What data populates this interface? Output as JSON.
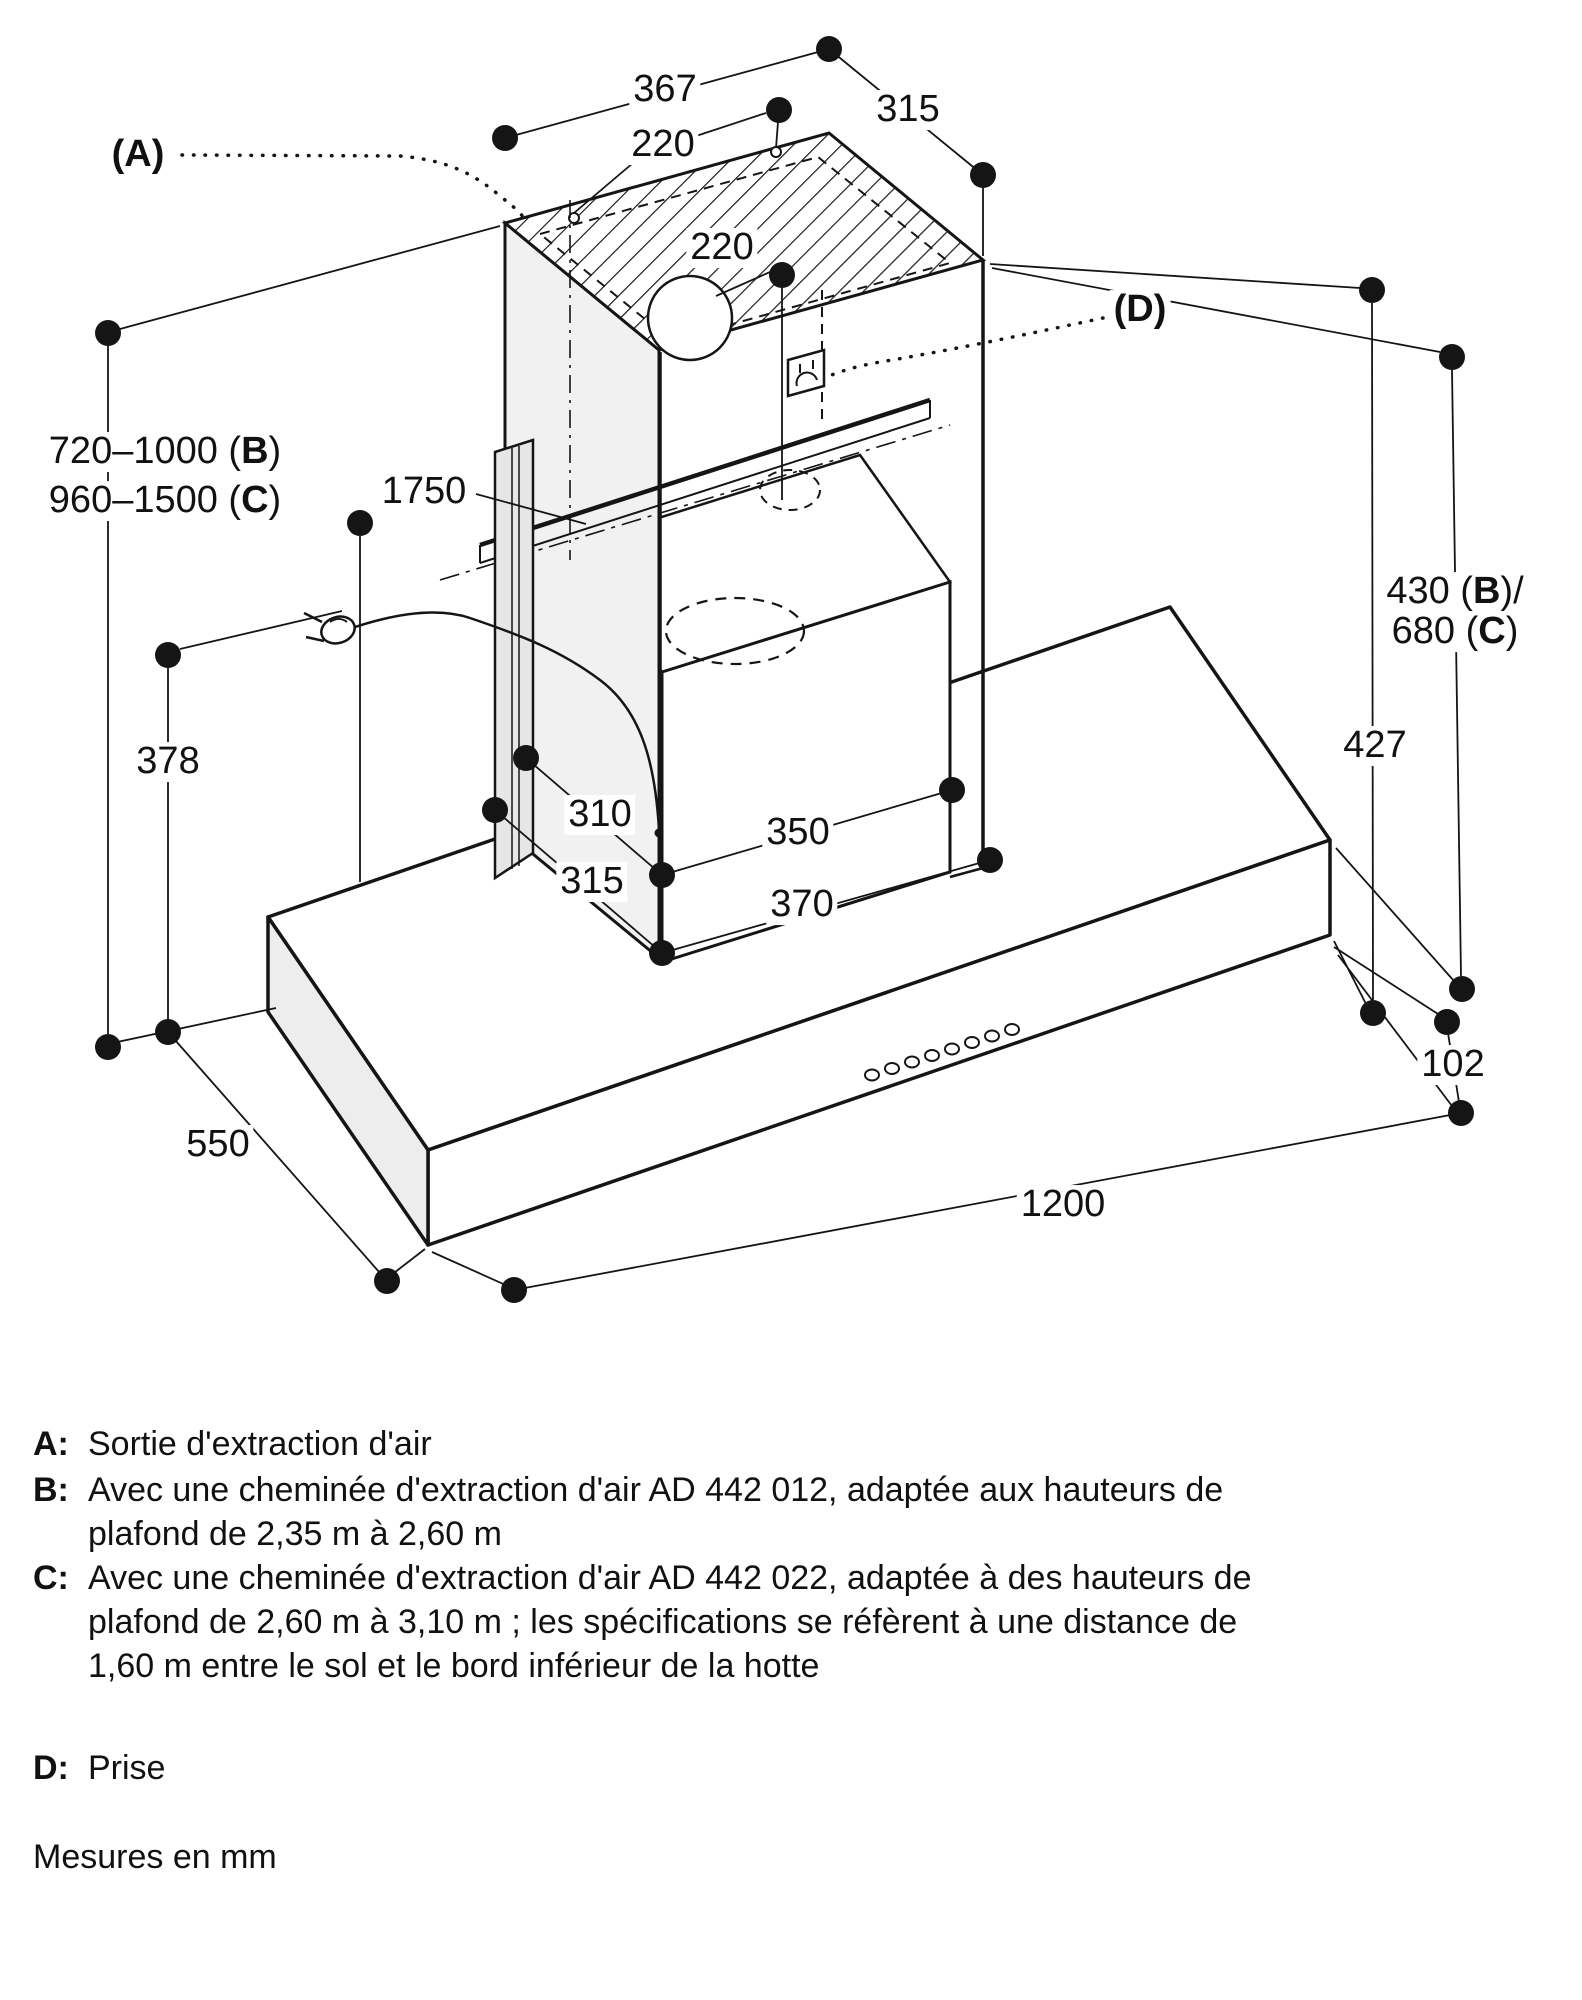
{
  "markers": {
    "a": "(A)",
    "d": "(D)"
  },
  "dims": {
    "d367": "367",
    "d315_top": "315",
    "d220_top": "220",
    "d220_hole": "220",
    "range_b": {
      "pre": "720–1000 (",
      "key": "B",
      "post": ")"
    },
    "range_c": {
      "pre": "960–1500 (",
      "key": "C",
      "post": ")"
    },
    "d1750": "1750",
    "d378": "378",
    "d310": "310",
    "d315_mid": "315",
    "d350": "350",
    "d370": "370",
    "d550": "550",
    "d1200": "1200",
    "d427": "427",
    "d102": "102",
    "h430": {
      "pre": "430 (",
      "key": "B",
      "post": ")/"
    },
    "h680": {
      "pre": "680 (",
      "key": "C",
      "post": ")"
    }
  },
  "legend": [
    {
      "key": "A:",
      "lines": [
        "Sortie d'extraction d'air"
      ]
    },
    {
      "key": "B:",
      "lines": [
        "Avec une cheminée d'extraction d'air AD 442 012, adaptée aux hauteurs de",
        "plafond de 2,35 m à 2,60 m"
      ]
    },
    {
      "key": "C:",
      "lines": [
        "Avec une cheminée d'extraction d'air AD 442 022, adaptée à des hauteurs de",
        "plafond de 2,60 m à 3,10 m ; les spécifications se réfèrent à une distance de",
        "1,60 m entre le sol et le bord inférieur de la hotte"
      ]
    },
    {
      "key": "D:",
      "lines": [
        "Prise"
      ]
    }
  ],
  "footer": "Mesures en mm"
}
